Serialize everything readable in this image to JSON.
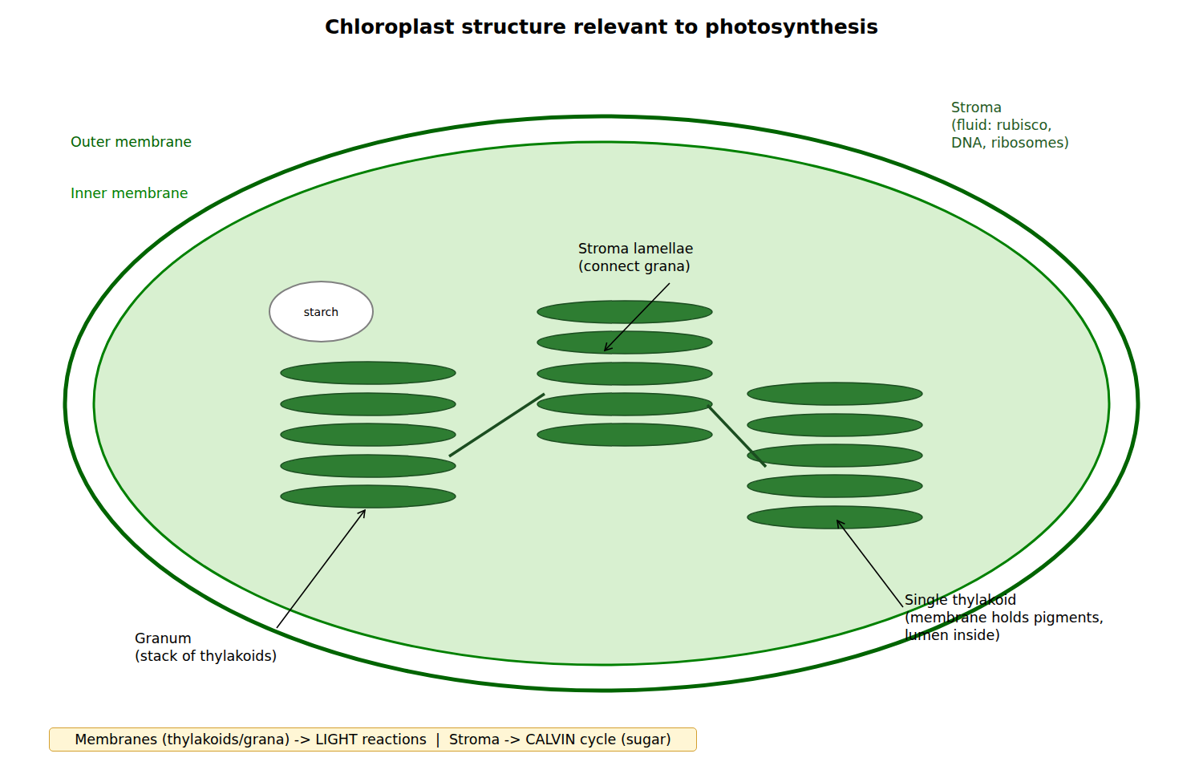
{
  "diagram": {
    "title": "Chloroplast structure relevant to photosynthesis",
    "nodes": [
      {
        "text": [
          "starch"
        ]
      },
      {
        "text": [
          "Membranes (thylakoids/grana) -> LIGHT reactions  |  Stroma -> CALVIN cycle (sugar)"
        ]
      }
    ],
    "labels": [
      "Outer membrane",
      "Inner membrane",
      "Stroma (fluid: rubisco, DNA, ribosomes)",
      "Stroma lamellae (connect grana)",
      "Granum (stack of thylakoids)",
      "Single thylakoid (membrane holds pigments, lumen inside)"
    ]
  }
}
